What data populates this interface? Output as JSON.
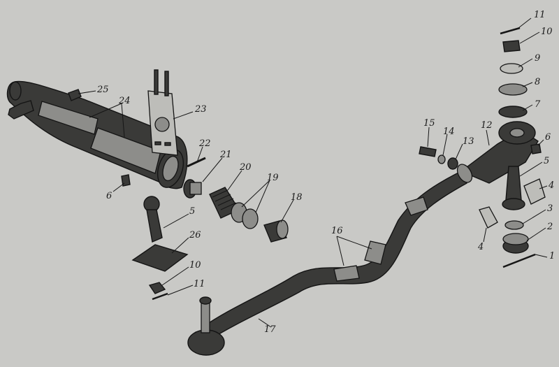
{
  "background": "#c9c9c6",
  "ink": "#1a1a1a",
  "callouts": [
    {
      "id": "c11a",
      "text": "11"
    },
    {
      "id": "c10a",
      "text": "10"
    },
    {
      "id": "c9",
      "text": "9"
    },
    {
      "id": "c8",
      "text": "8"
    },
    {
      "id": "c7",
      "text": "7"
    },
    {
      "id": "c6a",
      "text": "6"
    },
    {
      "id": "c12",
      "text": "12"
    },
    {
      "id": "c15",
      "text": "15"
    },
    {
      "id": "c14",
      "text": "14"
    },
    {
      "id": "c13",
      "text": "13"
    },
    {
      "id": "c5a",
      "text": "5"
    },
    {
      "id": "c4a",
      "text": "4"
    },
    {
      "id": "c3",
      "text": "3"
    },
    {
      "id": "c2",
      "text": "2"
    },
    {
      "id": "c4b",
      "text": "4"
    },
    {
      "id": "c1",
      "text": "1"
    },
    {
      "id": "c25",
      "text": "25"
    },
    {
      "id": "c24",
      "text": "24"
    },
    {
      "id": "c23",
      "text": "23"
    },
    {
      "id": "c22",
      "text": "22"
    },
    {
      "id": "c21",
      "text": "21"
    },
    {
      "id": "c20",
      "text": "20"
    },
    {
      "id": "c19",
      "text": "19"
    },
    {
      "id": "c18",
      "text": "18"
    },
    {
      "id": "c6b",
      "text": "6"
    },
    {
      "id": "c5b",
      "text": "5"
    },
    {
      "id": "c26",
      "text": "26"
    },
    {
      "id": "c10b",
      "text": "10"
    },
    {
      "id": "c11b",
      "text": "11"
    },
    {
      "id": "c16",
      "text": "16"
    },
    {
      "id": "c17",
      "text": "17"
    }
  ]
}
